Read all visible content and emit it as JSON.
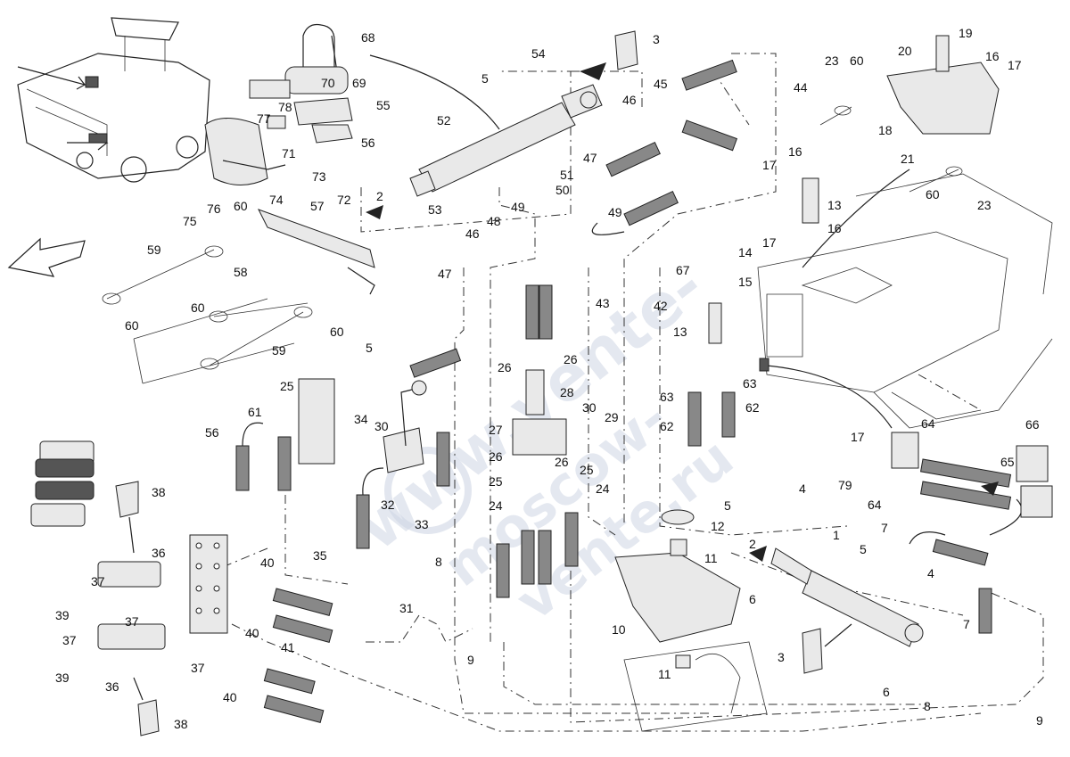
{
  "diagram": {
    "callouts": [
      {
        "id": "c68",
        "text": "68"
      },
      {
        "id": "c70",
        "text": "70"
      },
      {
        "id": "c69",
        "text": "69"
      },
      {
        "id": "c78",
        "text": "78"
      },
      {
        "id": "c77",
        "text": "77"
      },
      {
        "id": "c71",
        "text": "71"
      },
      {
        "id": "c55",
        "text": "55"
      },
      {
        "id": "c56a",
        "text": "56"
      },
      {
        "id": "c73",
        "text": "73"
      },
      {
        "id": "c72",
        "text": "72"
      },
      {
        "id": "c74",
        "text": "74"
      },
      {
        "id": "c75",
        "text": "75"
      },
      {
        "id": "c76",
        "text": "76"
      },
      {
        "id": "c60a",
        "text": "60"
      },
      {
        "id": "c59a",
        "text": "59"
      },
      {
        "id": "c57",
        "text": "57"
      },
      {
        "id": "c58",
        "text": "58"
      },
      {
        "id": "c60b",
        "text": "60"
      },
      {
        "id": "c60c",
        "text": "60"
      },
      {
        "id": "c60d",
        "text": "60"
      },
      {
        "id": "c59b",
        "text": "59"
      },
      {
        "id": "c5a",
        "text": "5"
      },
      {
        "id": "c61",
        "text": "61"
      },
      {
        "id": "c56b",
        "text": "56"
      },
      {
        "id": "c25a",
        "text": "25"
      },
      {
        "id": "c34",
        "text": "34"
      },
      {
        "id": "c30a",
        "text": "30"
      },
      {
        "id": "c32",
        "text": "32"
      },
      {
        "id": "c33",
        "text": "33"
      },
      {
        "id": "c35",
        "text": "35"
      },
      {
        "id": "c38a",
        "text": "38"
      },
      {
        "id": "c36a",
        "text": "36"
      },
      {
        "id": "c37a",
        "text": "37"
      },
      {
        "id": "c37b",
        "text": "37"
      },
      {
        "id": "c39a",
        "text": "39"
      },
      {
        "id": "c37c",
        "text": "37"
      },
      {
        "id": "c36b",
        "text": "36"
      },
      {
        "id": "c37d",
        "text": "37"
      },
      {
        "id": "c39b",
        "text": "39"
      },
      {
        "id": "c38b",
        "text": "38"
      },
      {
        "id": "c40a",
        "text": "40"
      },
      {
        "id": "c40b",
        "text": "40"
      },
      {
        "id": "c41",
        "text": "41"
      },
      {
        "id": "c40c",
        "text": "40"
      },
      {
        "id": "c31",
        "text": "31"
      },
      {
        "id": "c8a",
        "text": "8"
      },
      {
        "id": "c9a",
        "text": "9"
      },
      {
        "id": "c54",
        "text": "54"
      },
      {
        "id": "c5b",
        "text": "5"
      },
      {
        "id": "c3a",
        "text": "3"
      },
      {
        "id": "c52",
        "text": "52"
      },
      {
        "id": "c45",
        "text": "45"
      },
      {
        "id": "c46a",
        "text": "46"
      },
      {
        "id": "c47a",
        "text": "47"
      },
      {
        "id": "c51",
        "text": "51"
      },
      {
        "id": "c2a",
        "text": "2"
      },
      {
        "id": "c53",
        "text": "53"
      },
      {
        "id": "c50",
        "text": "50"
      },
      {
        "id": "c49a",
        "text": "49"
      },
      {
        "id": "c49b",
        "text": "49"
      },
      {
        "id": "c48",
        "text": "48"
      },
      {
        "id": "c46b",
        "text": "46"
      },
      {
        "id": "c47b",
        "text": "47"
      },
      {
        "id": "c44",
        "text": "44"
      },
      {
        "id": "c23a",
        "text": "23"
      },
      {
        "id": "c60e",
        "text": "60"
      },
      {
        "id": "c20",
        "text": "20"
      },
      {
        "id": "c19",
        "text": "19"
      },
      {
        "id": "c16a",
        "text": "16"
      },
      {
        "id": "c17a",
        "text": "17"
      },
      {
        "id": "c18",
        "text": "18"
      },
      {
        "id": "c16b",
        "text": "16"
      },
      {
        "id": "c21",
        "text": "21"
      },
      {
        "id": "c17b",
        "text": "17"
      },
      {
        "id": "c60f",
        "text": "60"
      },
      {
        "id": "c23b",
        "text": "23"
      },
      {
        "id": "c13a",
        "text": "13"
      },
      {
        "id": "c16c",
        "text": "16"
      },
      {
        "id": "c14",
        "text": "14"
      },
      {
        "id": "c17c",
        "text": "17"
      },
      {
        "id": "c15",
        "text": "15"
      },
      {
        "id": "c67",
        "text": "67"
      },
      {
        "id": "c43",
        "text": "43"
      },
      {
        "id": "c42",
        "text": "42"
      },
      {
        "id": "c13b",
        "text": "13"
      },
      {
        "id": "c26a",
        "text": "26"
      },
      {
        "id": "c26b",
        "text": "26"
      },
      {
        "id": "c28",
        "text": "28"
      },
      {
        "id": "c27",
        "text": "27"
      },
      {
        "id": "c30b",
        "text": "30"
      },
      {
        "id": "c29",
        "text": "29"
      },
      {
        "id": "c26c",
        "text": "26"
      },
      {
        "id": "c26d",
        "text": "26"
      },
      {
        "id": "c25b",
        "text": "25"
      },
      {
        "id": "c25c",
        "text": "25"
      },
      {
        "id": "c24a",
        "text": "24"
      },
      {
        "id": "c24b",
        "text": "24"
      },
      {
        "id": "c63a",
        "text": "63"
      },
      {
        "id": "c63b",
        "text": "63"
      },
      {
        "id": "c62a",
        "text": "62"
      },
      {
        "id": "c62b",
        "text": "62"
      },
      {
        "id": "c17d",
        "text": "17"
      },
      {
        "id": "c64a",
        "text": "64"
      },
      {
        "id": "c66",
        "text": "66"
      },
      {
        "id": "c79",
        "text": "79"
      },
      {
        "id": "c65",
        "text": "65"
      },
      {
        "id": "c64b",
        "text": "64"
      },
      {
        "id": "c5c",
        "text": "5"
      },
      {
        "id": "c4a",
        "text": "4"
      },
      {
        "id": "c12",
        "text": "12"
      },
      {
        "id": "c2b",
        "text": "2"
      },
      {
        "id": "c11a",
        "text": "11"
      },
      {
        "id": "c6a",
        "text": "6"
      },
      {
        "id": "c1",
        "text": "1"
      },
      {
        "id": "c7a",
        "text": "7"
      },
      {
        "id": "c5d",
        "text": "5"
      },
      {
        "id": "c4b",
        "text": "4"
      },
      {
        "id": "c7b",
        "text": "7"
      },
      {
        "id": "c10",
        "text": "10"
      },
      {
        "id": "c3b",
        "text": "3"
      },
      {
        "id": "c11b",
        "text": "11"
      },
      {
        "id": "c6b",
        "text": "6"
      },
      {
        "id": "c8b",
        "text": "8"
      },
      {
        "id": "c9b",
        "text": "9"
      }
    ],
    "watermark": {
      "line1": "www.vente-",
      "line2": "moscow-",
      "line3": "vente.ru"
    },
    "colors": {
      "line": "#222222",
      "hose": "#888888",
      "watermark": "#cfd6e4"
    }
  }
}
